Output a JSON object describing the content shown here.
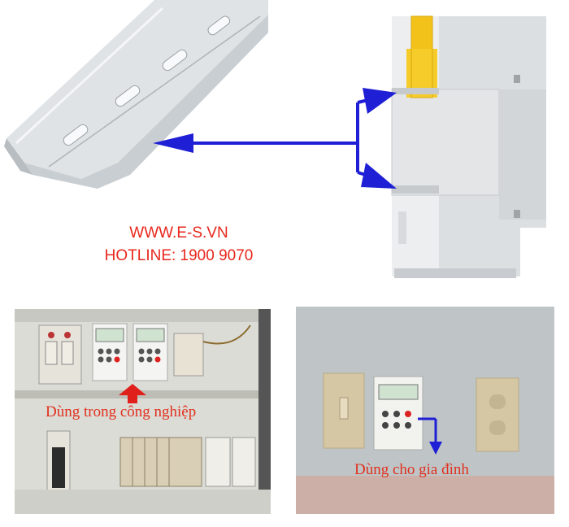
{
  "brand": {
    "website": "WWW.E-S.VN",
    "hotline": "HOTLINE: 1900 9070"
  },
  "industrial_photo": {
    "caption": "Dùng trong công nghiệp"
  },
  "home_photo": {
    "caption": "Dùng cho gia đình"
  },
  "colors": {
    "arrow_blue": "#1f1fd6",
    "text_red": "#e8271c",
    "lever_yellow": "#f2c21a"
  },
  "icons": [
    "din-rail",
    "timer-device",
    "arrow-left-icon",
    "arrow-up-icon",
    "arrow-down-icon",
    "light-switch",
    "power-outlet"
  ]
}
